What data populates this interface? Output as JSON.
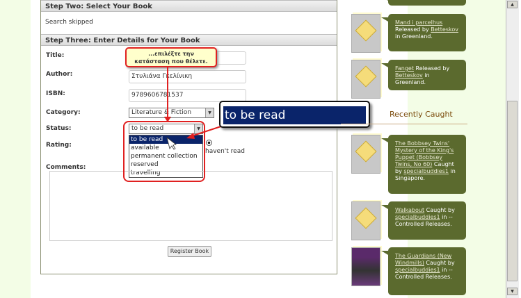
{
  "step_two": {
    "title": "Step Two: Select Your Book",
    "status": "Search skipped"
  },
  "step_three": {
    "title": "Step Three: Enter Details for Your Book",
    "labels": {
      "title": "Title:",
      "author": "Author:",
      "isbn": "ISBN:",
      "category": "Category:",
      "status": "Status:",
      "rating": "Rating:",
      "comments": "Comments:"
    },
    "author_value": "Στυλιάνα Γκελίνικη",
    "isbn_value": "9789606781537",
    "category_value": "Literature & Fiction",
    "status_value": "to be read",
    "status_options": [
      "to be read",
      "available",
      "permanent collection",
      "reserved",
      "travelling"
    ],
    "rating_option": "haven't read",
    "register_button": "Register Book"
  },
  "callout": {
    "line1": "...επιλέξτε την",
    "line2": "κατάσταση που θέλετε."
  },
  "zoom_callout": "to be read",
  "sidebar": {
    "recent_heading": "Recently Caught",
    "released": [
      {
        "title": "Mand i parcelhus",
        "text1": " Released by ",
        "user": "Betteskov",
        "text2": " in Greenland."
      },
      {
        "title": "Fanget",
        "text1": " Released by ",
        "user": "Betteskov",
        "text2": " in Greenland."
      }
    ],
    "caught": [
      {
        "title": "The Bobbsey Twins' Mystery of the King's Puppet (Bobbsey Twins, No 60)",
        "text1": " Caught by ",
        "user": "specialbuddies1",
        "text2": " in Singapore."
      },
      {
        "title": "Walkabout",
        "text1": " Caught by ",
        "user": "specialbuddies1",
        "text2": " in -- Controlled Releases."
      },
      {
        "title": "The Guardians (New Windmills)",
        "text1": " Caught by ",
        "user": "specialbuddies1",
        "text2": " in -- Controlled Releases."
      }
    ]
  },
  "colors": {
    "bubble": "#5b6a2e",
    "highlight": "#0a246a",
    "annotation": "#e02020"
  }
}
